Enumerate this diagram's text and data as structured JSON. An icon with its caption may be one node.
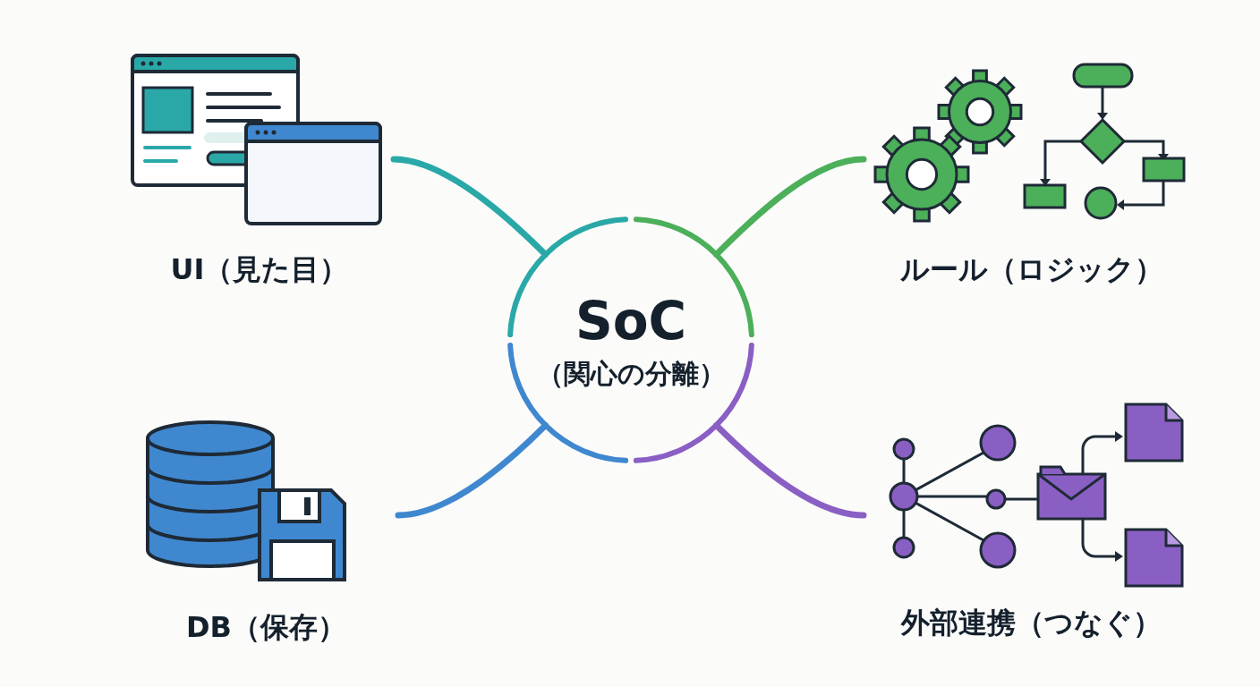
{
  "diagram": {
    "nodes": [
      {
        "text": [
          "SoC",
          "（関心の分離）"
        ]
      },
      {
        "text": [
          "UI（見た目）"
        ]
      },
      {
        "text": [
          "ルール（ロジック）"
        ]
      },
      {
        "text": [
          "DB（保存）"
        ]
      },
      {
        "text": [
          "外部連携（つなぐ）"
        ]
      }
    ],
    "edges": [
      {
        "from": 0,
        "to": 1,
        "arrow": "none",
        "color": "#2aa8a8"
      },
      {
        "from": 0,
        "to": 2,
        "arrow": "none",
        "color": "#4caf5a"
      },
      {
        "from": 0,
        "to": 3,
        "arrow": "none",
        "color": "#3f88d0"
      },
      {
        "from": 0,
        "to": 4,
        "arrow": "none",
        "color": "#8a5fc4"
      }
    ]
  }
}
